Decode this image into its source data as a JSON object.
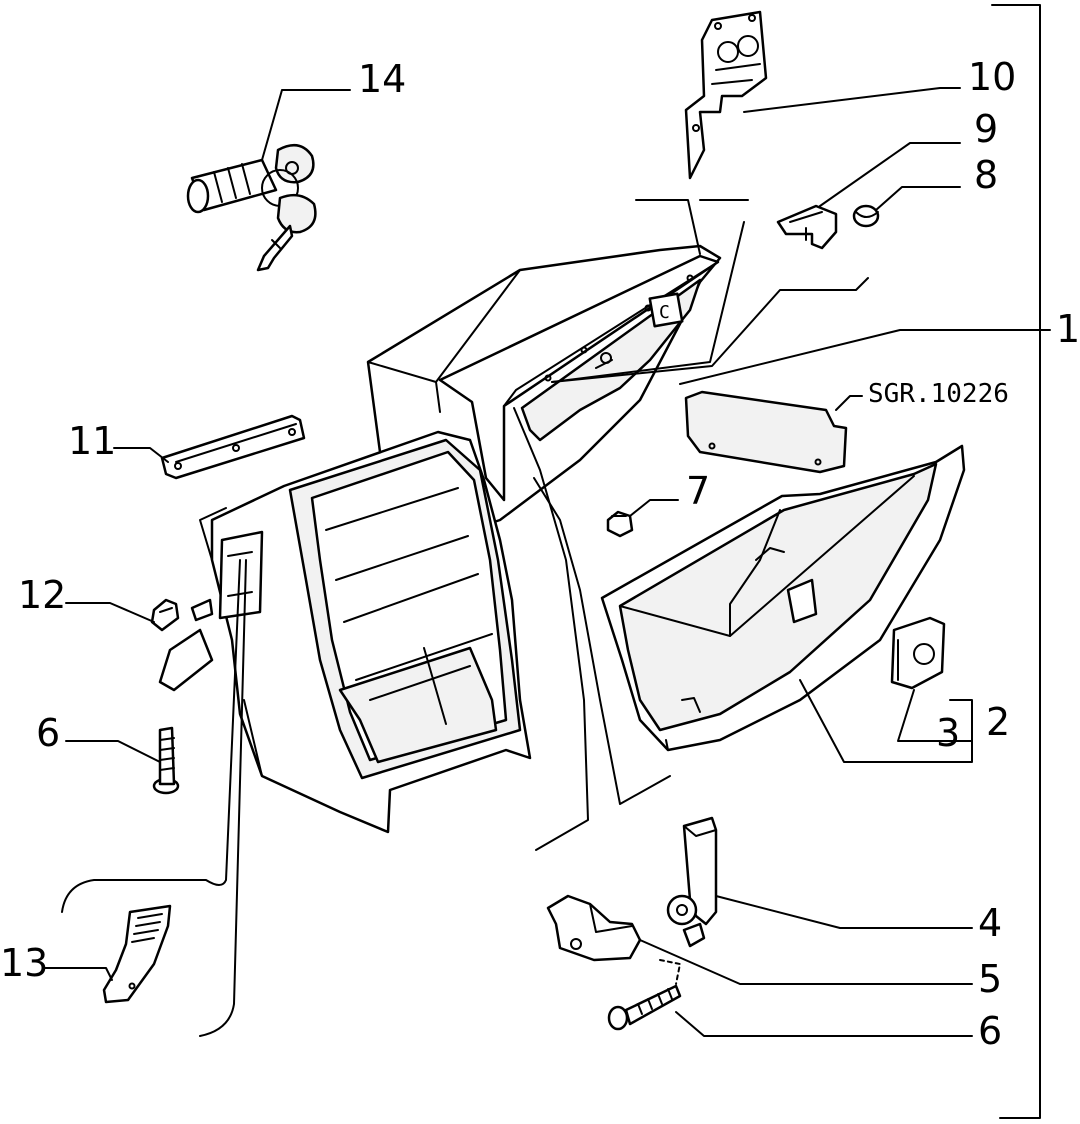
{
  "diagram": {
    "reference_code": "SGR.10226",
    "callouts": {
      "p1": "1",
      "p2": "2",
      "p3": "3",
      "p4": "4",
      "p5": "5",
      "p6_bolt_left": "6",
      "p6_bolt_right": "6",
      "p7": "7",
      "p8": "8",
      "p9": "9",
      "p10": "10",
      "p11": "11",
      "p12": "12",
      "p13": "13",
      "p14": "14"
    },
    "colors": {
      "line": "#000000",
      "background": "#ffffff"
    }
  }
}
